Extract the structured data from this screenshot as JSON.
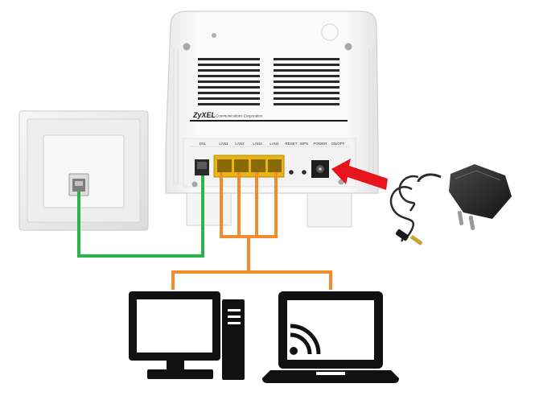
{
  "router": {
    "brand": "ZyXEL",
    "brand_sub": "Communications Corporation",
    "ports": {
      "dsl": "DSL",
      "lan1": "LAN1",
      "lan2": "LAN2",
      "lan3": "LAN3",
      "lan4": "LAN4",
      "reset": "RESET",
      "wps": "WPS",
      "power": "POWER",
      "onoff": "ON/OFF"
    }
  },
  "colors": {
    "dsl_cable": "#2db34a",
    "lan_cable": "#f28a2e",
    "power_arrow": "#e8141c",
    "lan_port": "#f2c21b",
    "device_icon": "#111111"
  },
  "icons": {
    "wall_socket": "phone-wall-socket-icon",
    "router": "router-device-icon",
    "power_adapter": "power-adapter-icon",
    "desktop": "desktop-computer-icon",
    "laptop": "wireless-laptop-icon"
  }
}
